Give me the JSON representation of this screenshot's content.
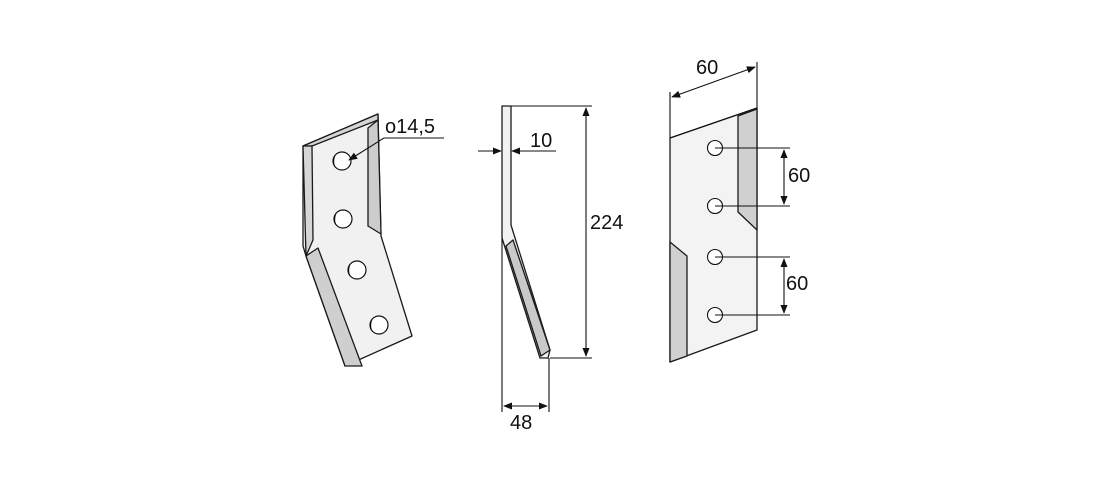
{
  "dimensions": {
    "hole_diameter": "o14,5",
    "thickness": "10",
    "length": "224",
    "tip_width": "48",
    "blade_width": "60",
    "hole_spacing_upper": "60",
    "hole_spacing_lower": "60"
  },
  "colors": {
    "face": "#f1f1f1",
    "bevel": "#d0d0d0",
    "line": "#1a1a1a",
    "hole_shadow": "#000000"
  }
}
